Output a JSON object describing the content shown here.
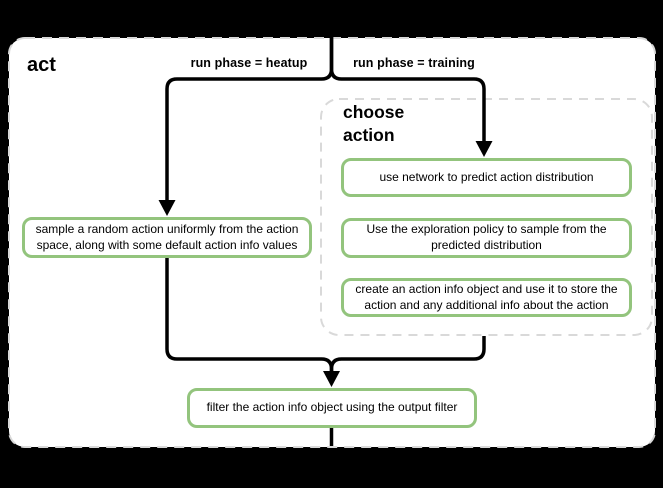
{
  "colors": {
    "background": "#000000",
    "panel": "#ffffff",
    "box_border_green": "#93c47d",
    "dashed_border": "#d9d9d9",
    "connector": "#000000",
    "text": "#000000"
  },
  "flowchart": {
    "title": "act",
    "branches": [
      {
        "label": "run phase = heatup"
      },
      {
        "label": "run phase = training"
      }
    ],
    "heatup_step": "sample a random action uniformly from the action space, along with some default action info values",
    "choose_action_group": {
      "title": "choose action",
      "steps": [
        "use network to predict action distribution",
        "Use the exploration policy to sample from the predicted distribution",
        "create an action info object and use it to store the action and any additional info about the action"
      ]
    },
    "merge_step": "filter the action info object using the output filter"
  }
}
